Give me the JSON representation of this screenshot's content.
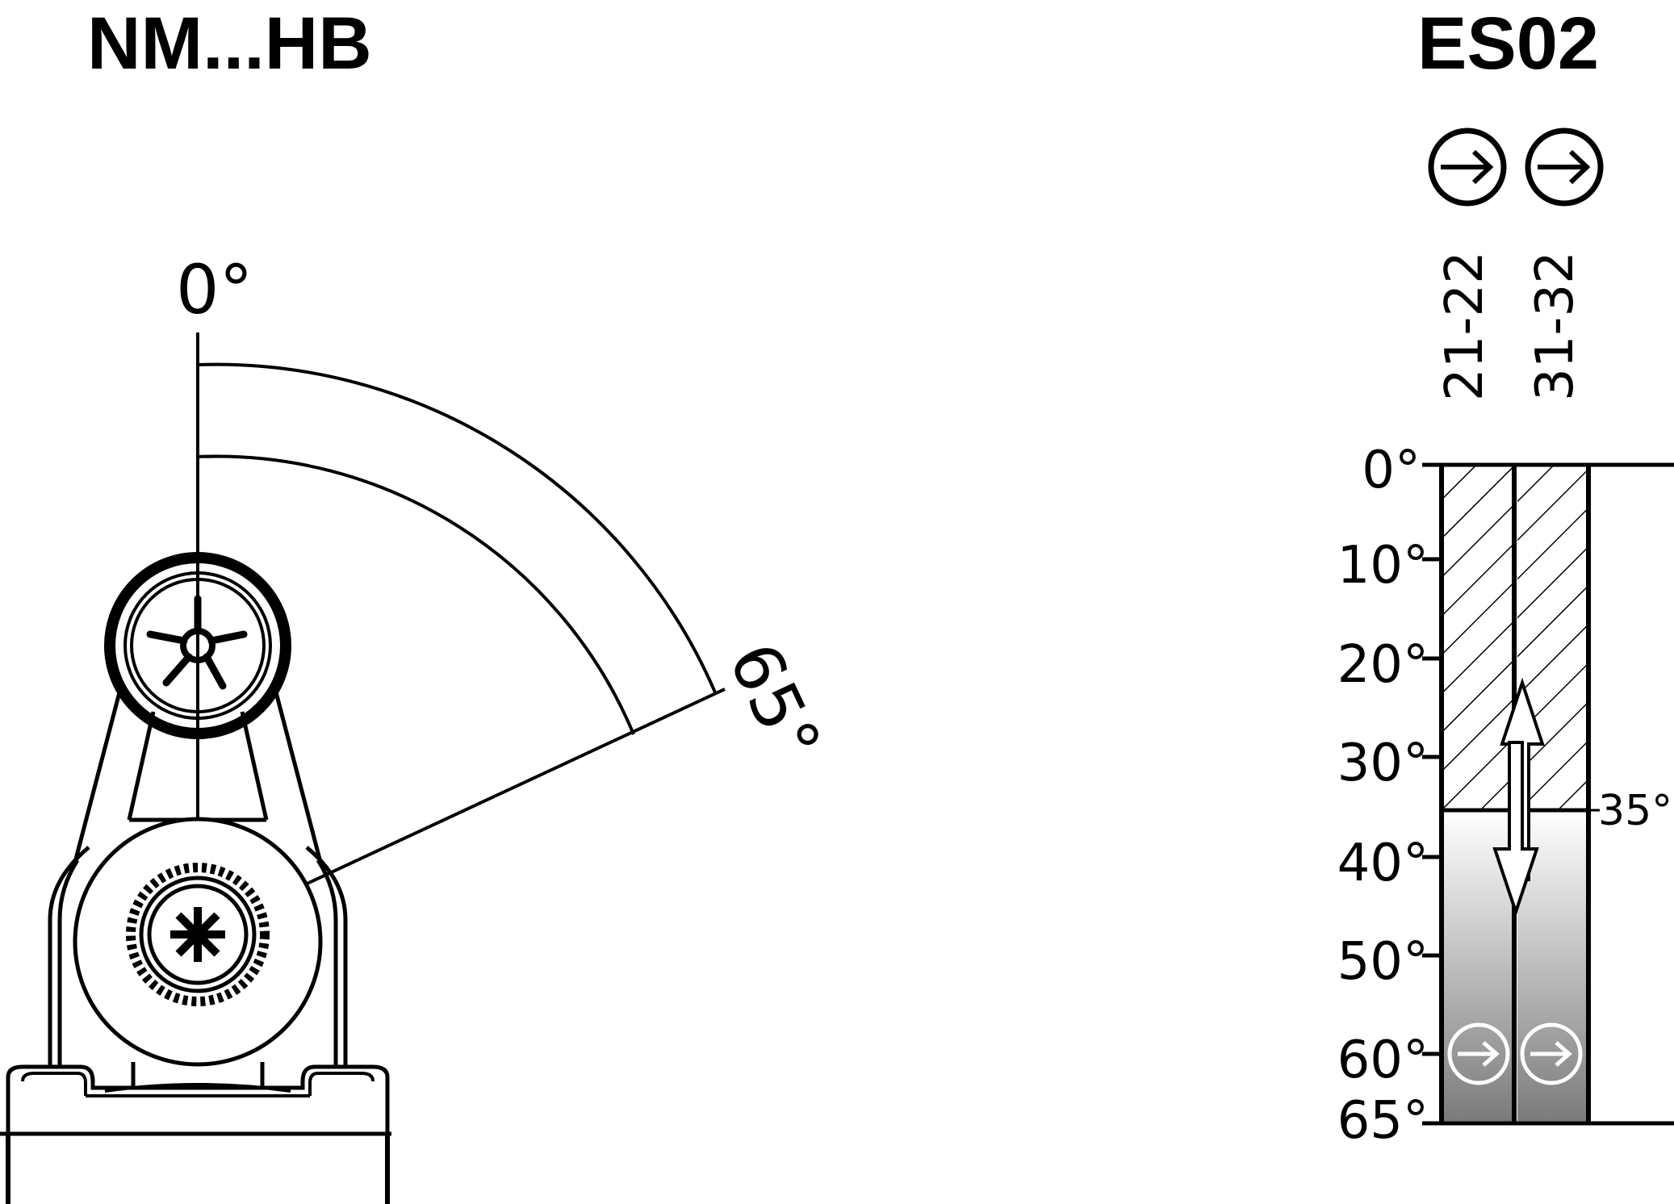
{
  "left": {
    "title": "NM...HB",
    "angle_start": "0°",
    "angle_end": "65°"
  },
  "right": {
    "title": "ES02",
    "contacts": [
      "21-22",
      "31-32"
    ],
    "angle_ticks": [
      "0°",
      "10°",
      "20°",
      "30°",
      "40°",
      "50°",
      "60°",
      "65°"
    ],
    "switch_point": "35°"
  }
}
